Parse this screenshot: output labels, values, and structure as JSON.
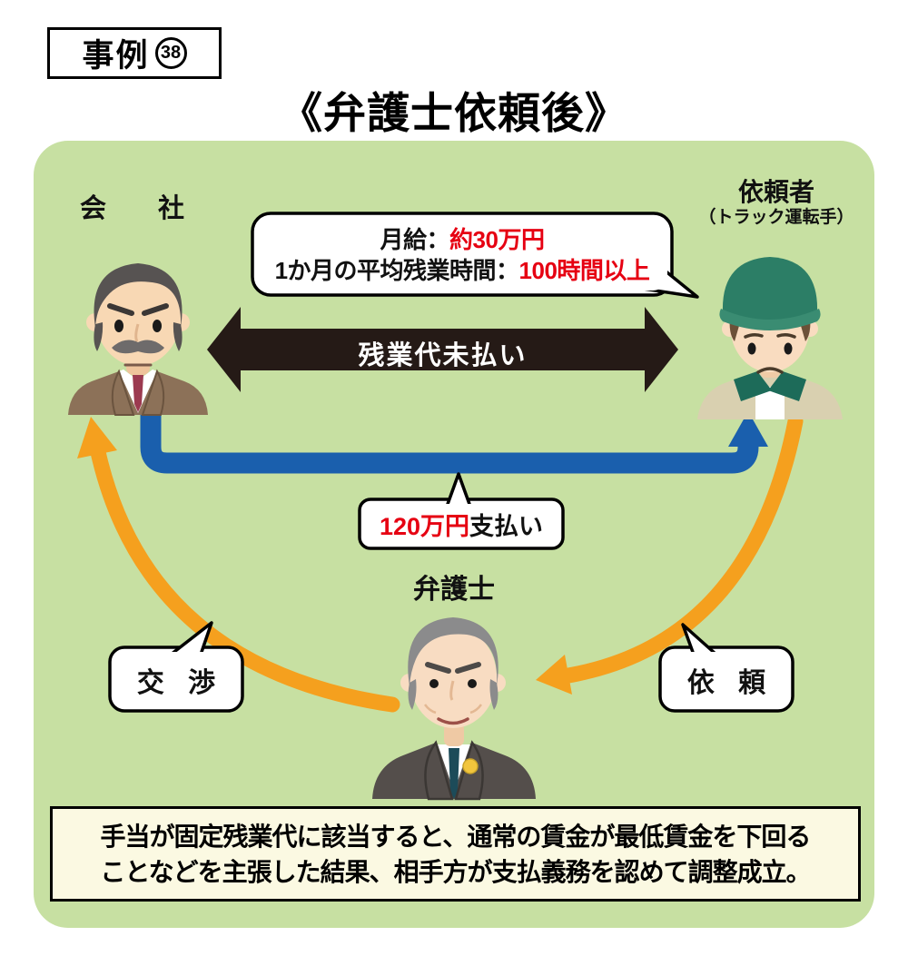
{
  "case_label": {
    "prefix": "事例",
    "number": "38"
  },
  "title": "《弁護士依頼後》",
  "actors": {
    "company": {
      "label": "会　社"
    },
    "client": {
      "label": "依頼者",
      "sublabel": "（トラック運転手）"
    },
    "lawyer": {
      "label": "弁護士"
    }
  },
  "info_bubble": {
    "line1_black": "月給：",
    "line1_red": "約30万円",
    "line2_black": "1か月の平均残業時間：",
    "line2_red": "100時間以上"
  },
  "dispute_arrow": {
    "label": "残業代未払い"
  },
  "payment_bubble": {
    "red": "120万円",
    "black": "支払い"
  },
  "negotiation_bubble": {
    "label": "交 渉"
  },
  "request_bubble": {
    "label": "依 頼"
  },
  "summary": {
    "line1": "手当が固定残業代に該当すると、通常の賃金が最低賃金を下回る",
    "line2": "ことなどを主張した結果、相手方が支払義務を認めて調整成立。"
  },
  "colors": {
    "panel_green": "#C7E0A2",
    "arrow_black": "#251A16",
    "arrow_blue": "#1A5FAD",
    "arrow_orange": "#F5A01E",
    "accent_red": "#E60012",
    "summary_bg": "#FBF9E2"
  }
}
